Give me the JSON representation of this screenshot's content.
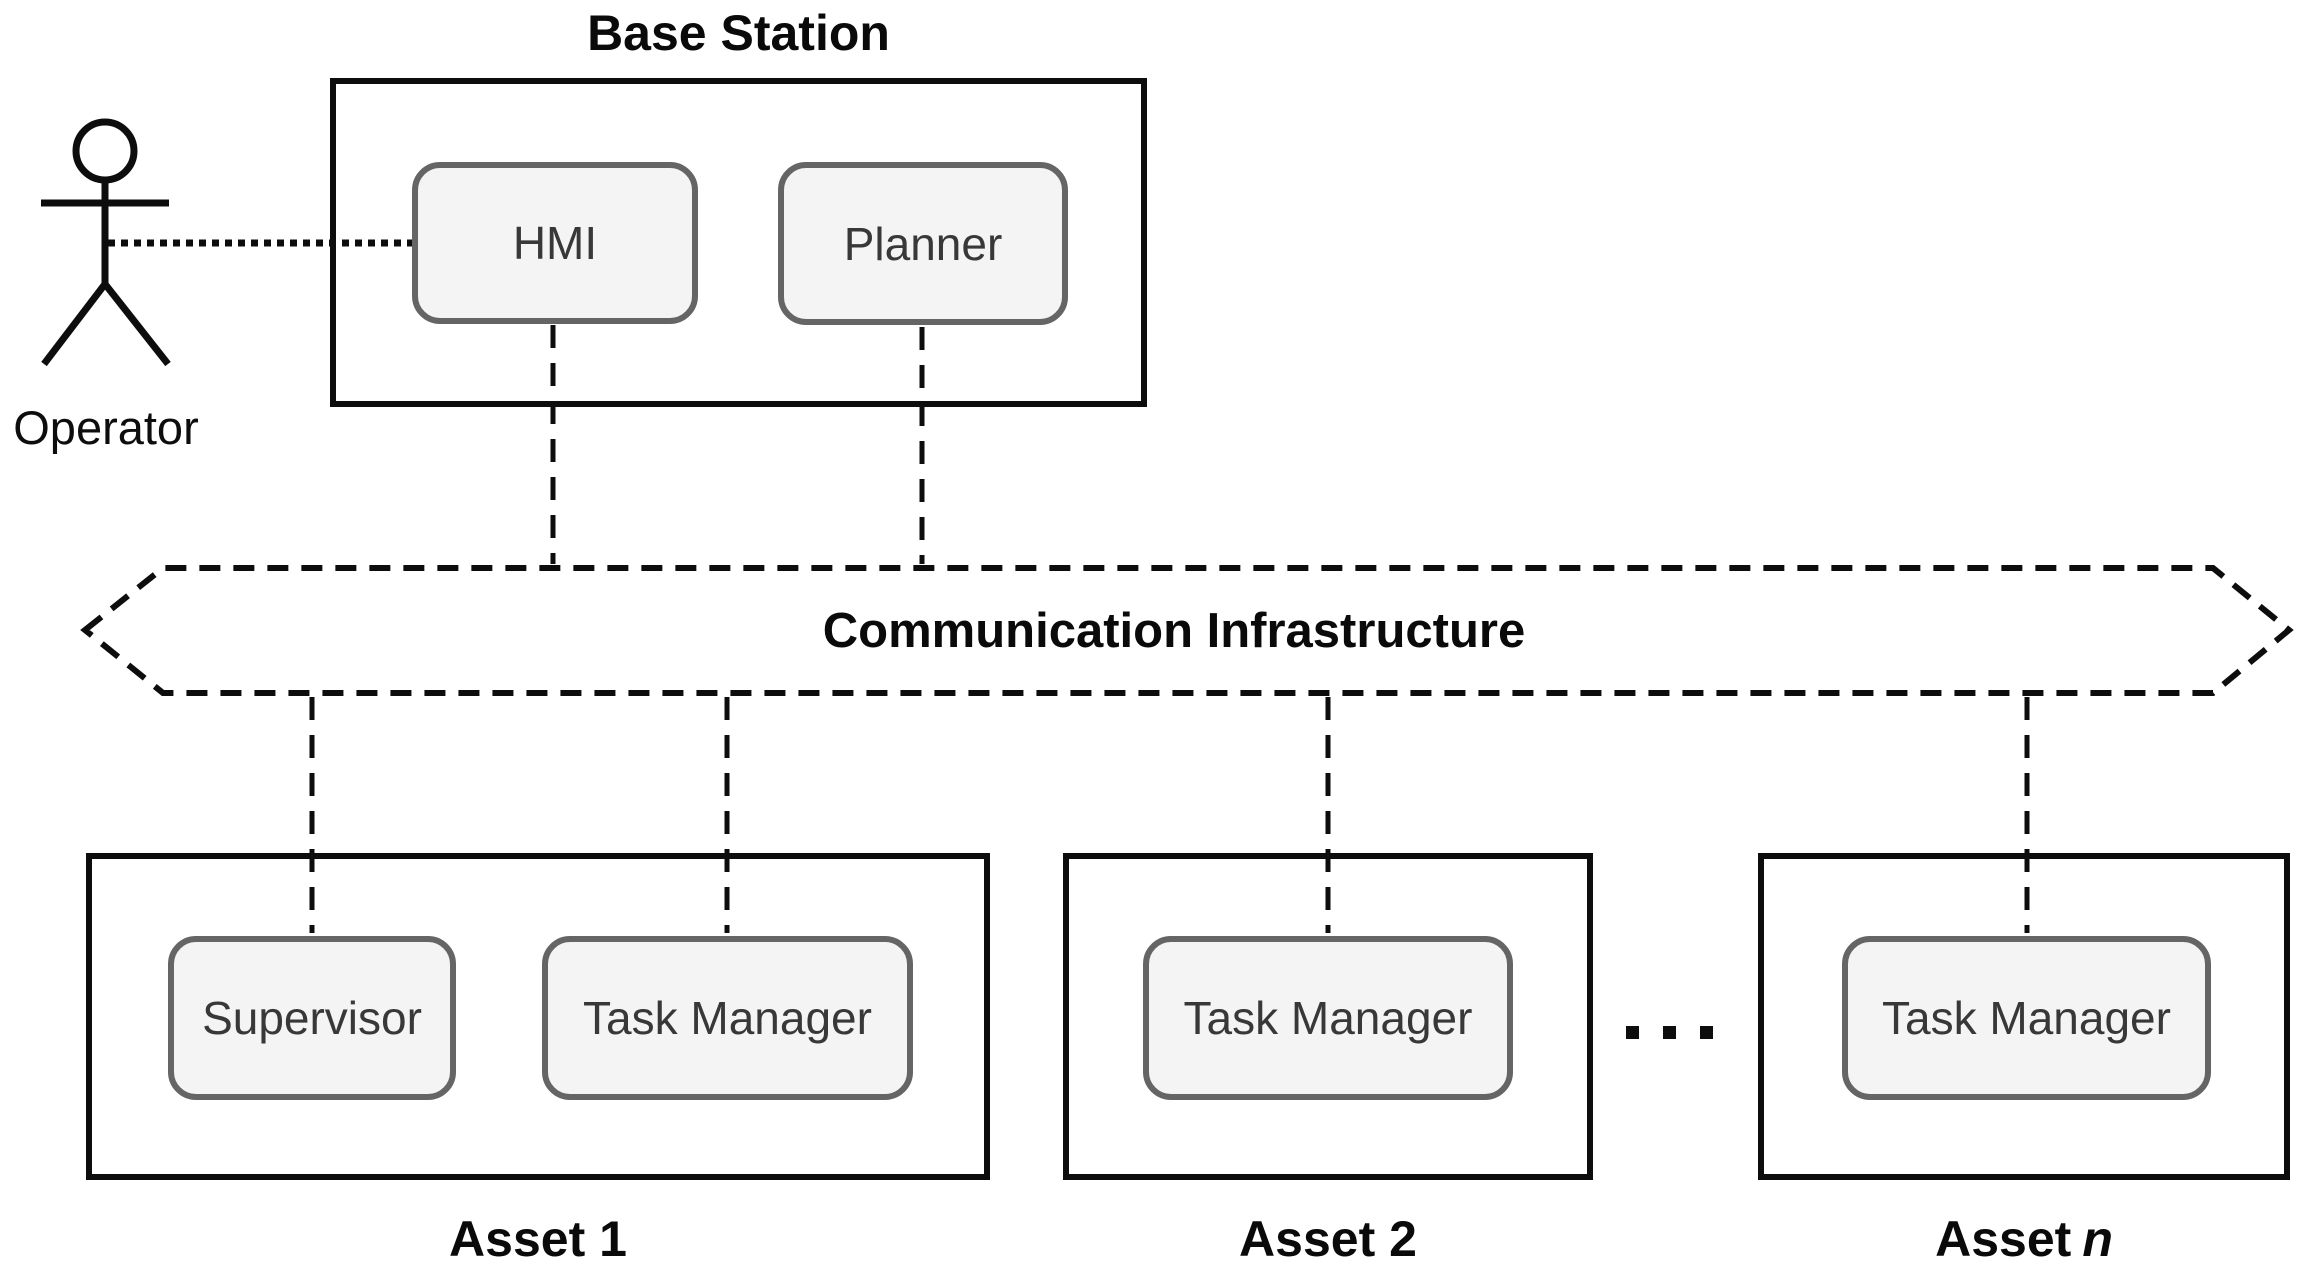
{
  "operator": {
    "label": "Operator"
  },
  "base_station": {
    "title": "Base Station",
    "components": [
      {
        "label": "HMI"
      },
      {
        "label": "Planner"
      }
    ]
  },
  "communication": {
    "label": "Communication Infrastructure"
  },
  "assets": [
    {
      "title": "Asset 1",
      "components": [
        {
          "label": "Supervisor"
        },
        {
          "label": "Task Manager"
        }
      ]
    },
    {
      "title": "Asset 2",
      "components": [
        {
          "label": "Task Manager"
        }
      ]
    },
    {
      "title_prefix": "Asset",
      "title_var": "n",
      "components": [
        {
          "label": "Task Manager"
        }
      ]
    }
  ],
  "ellipsis": "...",
  "colors": {
    "line": "#0d0d0d",
    "node_fill": "#f4f4f4",
    "node_border": "#656565",
    "node_text": "#383838",
    "background": "#ffffff"
  }
}
